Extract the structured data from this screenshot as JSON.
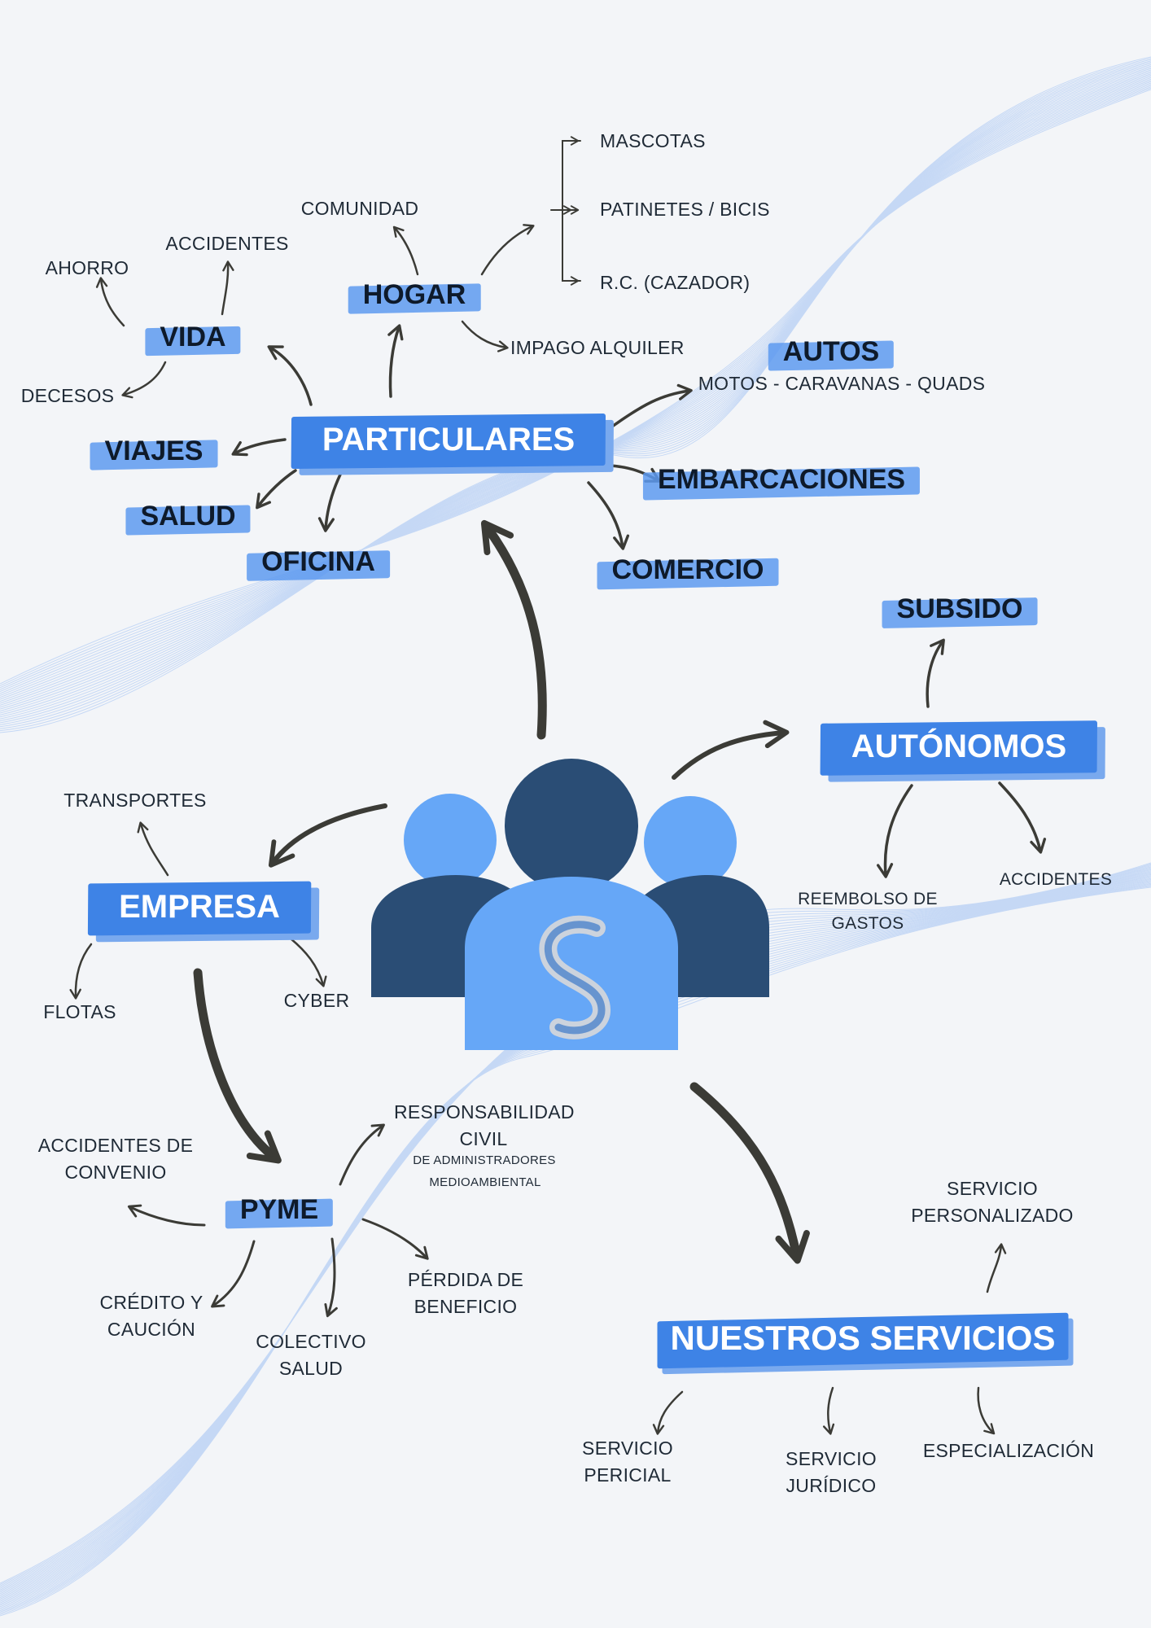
{
  "colors": {
    "background": "#f3f5f8",
    "accent": "#3e83e6",
    "highlight": "#5d9af0",
    "arrow": "#3b3b36",
    "person_dark": "#2a4d75",
    "person_light": "#66a7f7"
  },
  "icon": "group-of-people-with-s-logo-icon",
  "particulares": {
    "title": "PARTICULARES",
    "vida": {
      "title": "VIDA",
      "items": [
        "AHORRO",
        "ACCIDENTES",
        "DECESOS"
      ]
    },
    "hogar": {
      "title": "HOGAR",
      "items": [
        "COMUNIDAD",
        "IMPAGO ALQUILER"
      ],
      "sub": [
        "MASCOTAS",
        "PATINETES / BICIS",
        "R.C. (CAZADOR)"
      ]
    },
    "autos": {
      "title": "AUTOS",
      "detail": "MOTOS - CARAVANAS - QUADS"
    },
    "viajes": "VIAJES",
    "salud": "SALUD",
    "oficina": "OFICINA",
    "embarcaciones": "EMBARCACIONES",
    "comercio": "COMERCIO"
  },
  "autonomos": {
    "title": "AUTÓNOMOS",
    "subsido": "SUBSIDO",
    "items": [
      "REEMBOLSO DE GASTOS",
      "ACCIDENTES"
    ]
  },
  "empresa": {
    "title": "EMPRESA",
    "items": [
      "TRANSPORTES",
      "FLOTAS",
      "CYBER"
    ]
  },
  "pyme": {
    "title": "PYME",
    "accidentes": "ACCIDENTES DE CONVENIO",
    "credito": "CRÉDITO Y CAUCIÓN",
    "colectivo": "COLECTIVO SALUD",
    "perdida": "PÉRDIDA DE BENEFICIO",
    "rc": {
      "title": "RESPONSABILIDAD CIVIL",
      "sub1": "DE ADMINISTRADORES",
      "sub2": "MEDIOAMBIENTAL"
    }
  },
  "servicios": {
    "title": "NUESTROS SERVICIOS",
    "items": [
      "SERVICIO PERSONALIZADO",
      "SERVICIO PERICIAL",
      "SERVICIO JURÍDICO",
      "ESPECIALIZACIÓN"
    ]
  }
}
